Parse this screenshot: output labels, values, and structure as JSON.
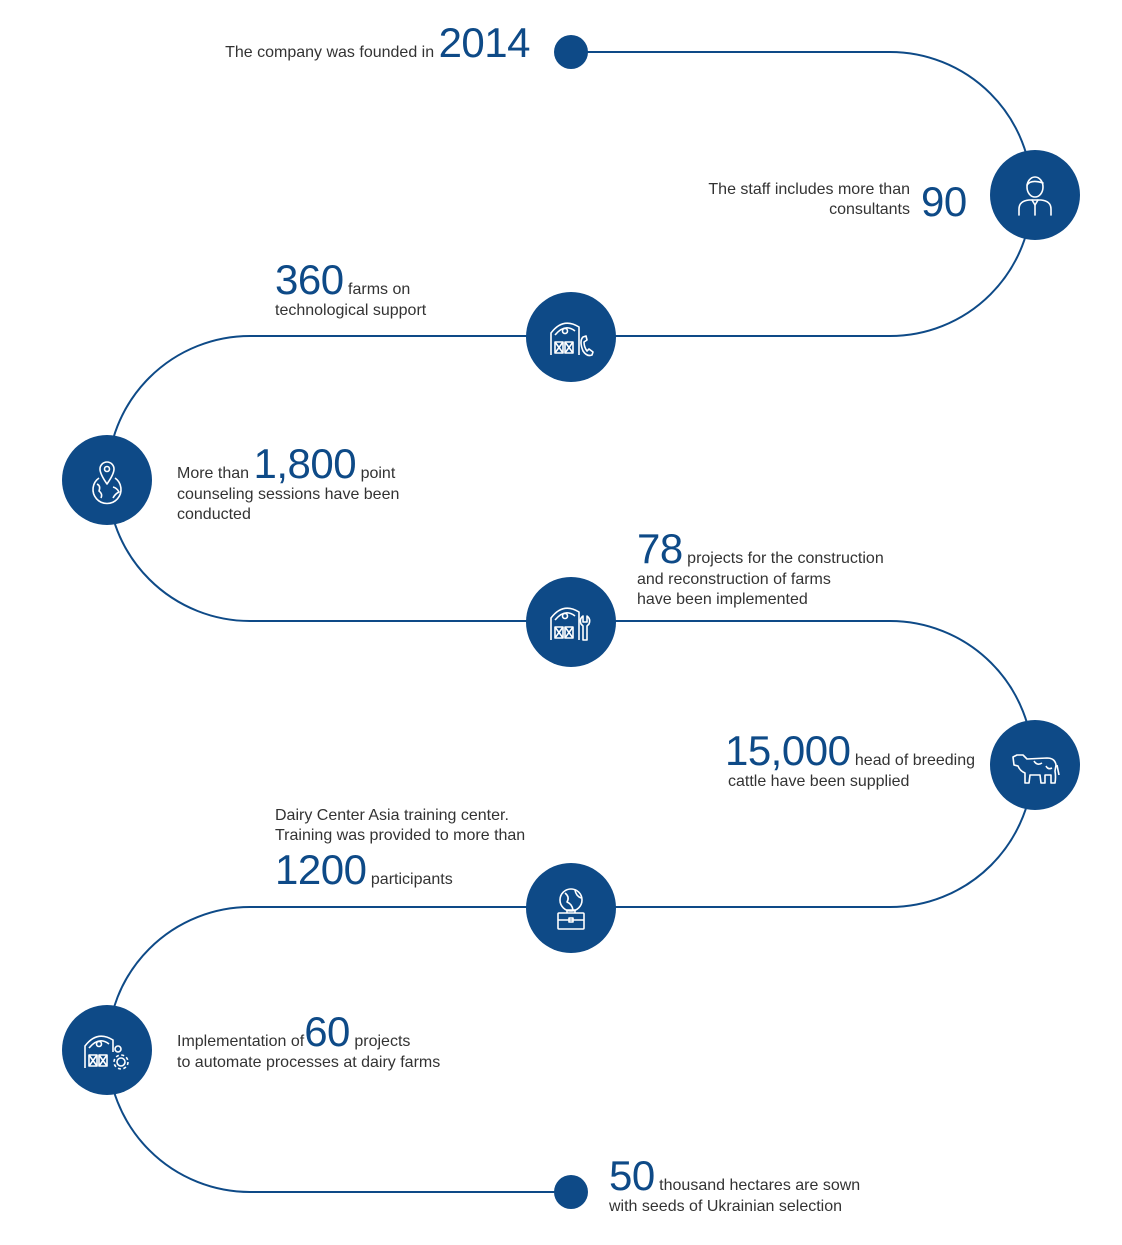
{
  "colors": {
    "accent": "#0e4a87",
    "text": "#333333",
    "background": "#ffffff"
  },
  "milestones": [
    {
      "icon": "dot",
      "number": "2014",
      "text_before": "The company was founded in"
    },
    {
      "icon": "consultant-icon",
      "number": "90",
      "line1": "The staff includes more than",
      "line2": "consultants"
    },
    {
      "icon": "barn-phone-icon",
      "number": "360",
      "text_after": "farms on",
      "line2": "technological support"
    },
    {
      "icon": "location-globe-icon",
      "number": "1,800",
      "text_before": "More than",
      "text_after": "point",
      "line2": "counseling sessions have been",
      "line3": "conducted"
    },
    {
      "icon": "barn-wrench-icon",
      "number": "78",
      "text_after": "projects for the construction",
      "line2": "and reconstruction of farms",
      "line3": "have been implemented"
    },
    {
      "icon": "cow-icon",
      "number": "15,000",
      "text_after": "head of breeding",
      "line2": "cattle have been supplied"
    },
    {
      "icon": "globe-briefcase-icon",
      "number": "1200",
      "line1": "Dairy Center Asia training center.",
      "line2": "Training was provided to more than",
      "text_after": "participants"
    },
    {
      "icon": "barn-gear-icon",
      "number": "60",
      "text_before": "Implementation of",
      "text_after": "projects",
      "line2": "to automate processes at dairy farms"
    },
    {
      "icon": "dot",
      "number": "50",
      "text_after": "thousand hectares are sown",
      "line2": "with seeds of Ukrainian selection"
    }
  ]
}
